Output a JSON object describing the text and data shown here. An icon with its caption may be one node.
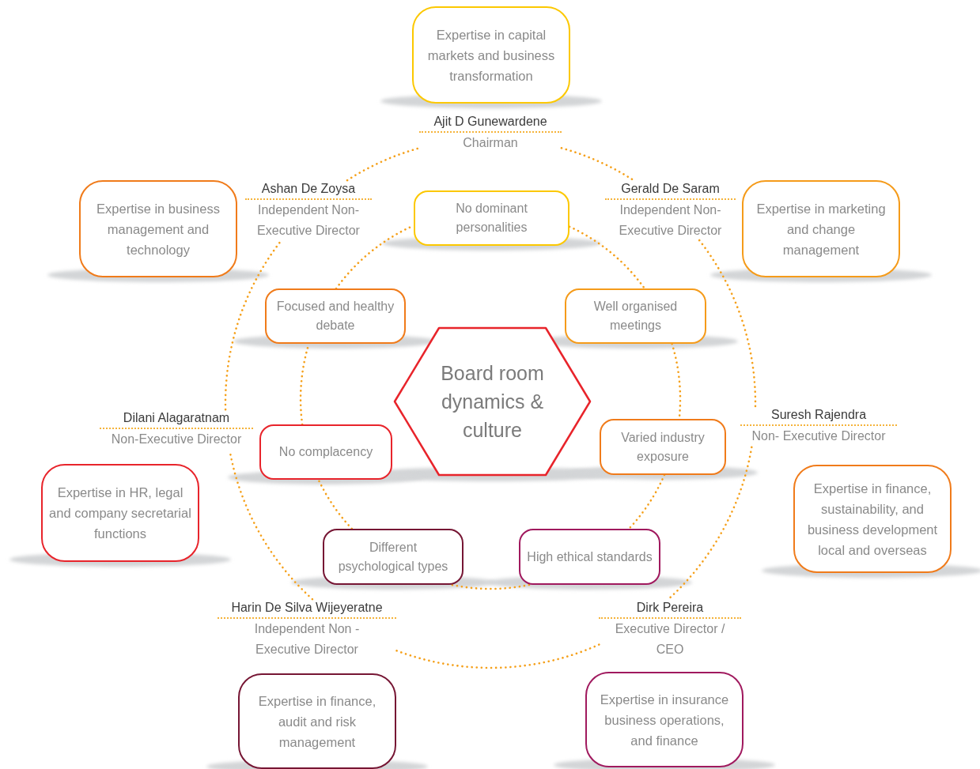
{
  "diagram": {
    "nodes": [
      {
        "text": [
          "Board room dynamics & culture"
        ]
      },
      {
        "text": [
          "No dominant personalities"
        ]
      },
      {
        "text": [
          "Well organised meetings"
        ]
      },
      {
        "text": [
          "Varied industry exposure"
        ]
      },
      {
        "text": [
          "High ethical standards"
        ]
      },
      {
        "text": [
          "Different psychological types"
        ]
      },
      {
        "text": [
          "No complacency"
        ]
      },
      {
        "text": [
          "Focused and healthy debate"
        ]
      },
      {
        "text": [
          "Ajit D Gunewardene",
          "Chairman"
        ]
      },
      {
        "text": [
          "Gerald De Saram",
          "Independent Non-Executive Director"
        ]
      },
      {
        "text": [
          "Suresh Rajendra",
          "Non- Executive Director"
        ]
      },
      {
        "text": [
          "Dirk Pereira",
          "Executive Director / CEO"
        ]
      },
      {
        "text": [
          "Harin De Silva Wijeyeratne",
          "Independent Non - Executive Director"
        ]
      },
      {
        "text": [
          "Dilani Alagaratnam",
          "Non-Executive Director"
        ]
      },
      {
        "text": [
          "Ashan De Zoysa",
          "Independent Non-Executive Director"
        ]
      },
      {
        "text": [
          "Expertise in capital markets and business transformation"
        ]
      },
      {
        "text": [
          "Expertise in marketing and change management"
        ]
      },
      {
        "text": [
          "Expertise in finance, sustainability, and business development local and overseas"
        ]
      },
      {
        "text": [
          "Expertise in insurance business operations, and finance"
        ]
      },
      {
        "text": [
          "Expertise in finance, audit and risk management"
        ]
      },
      {
        "text": [
          "Expertise in HR, legal and company secretarial functions"
        ]
      },
      {
        "text": [
          "Expertise in business management and technology"
        ]
      }
    ],
    "edges": [
      {
        "from": 1,
        "to": 2,
        "arrow": "none"
      },
      {
        "from": 2,
        "to": 3,
        "arrow": "none"
      },
      {
        "from": 3,
        "to": 4,
        "arrow": "none"
      },
      {
        "from": 4,
        "to": 5,
        "arrow": "none"
      },
      {
        "from": 5,
        "to": 6,
        "arrow": "none"
      },
      {
        "from": 6,
        "to": 7,
        "arrow": "none"
      },
      {
        "from": 7,
        "to": 1,
        "arrow": "none"
      },
      {
        "from": 8,
        "to": 9,
        "arrow": "none"
      },
      {
        "from": 9,
        "to": 10,
        "arrow": "none"
      },
      {
        "from": 10,
        "to": 11,
        "arrow": "none"
      },
      {
        "from": 11,
        "to": 12,
        "arrow": "none"
      },
      {
        "from": 12,
        "to": 13,
        "arrow": "none"
      },
      {
        "from": 13,
        "to": 14,
        "arrow": "none"
      },
      {
        "from": 14,
        "to": 8,
        "arrow": "none"
      }
    ]
  }
}
